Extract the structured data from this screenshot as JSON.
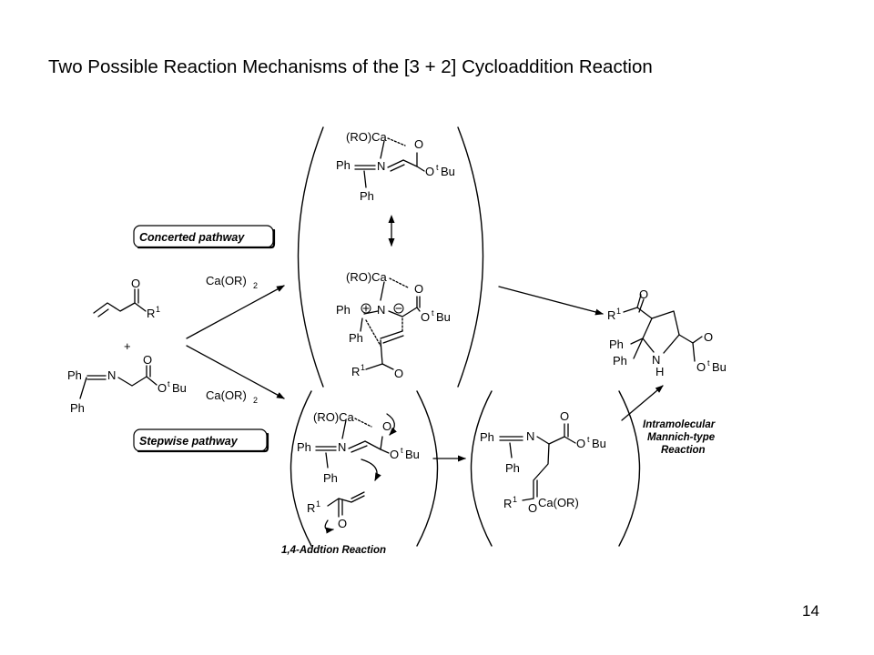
{
  "slide": {
    "title": "Two Possible Reaction Mechanisms of the [3 + 2] Cycloaddition Reaction",
    "page_number": "14"
  },
  "scheme": {
    "concerted_label": "Concerted pathway",
    "stepwise_label": "Stepwise pathway",
    "reagent_upper": "Ca(OR)",
    "reagent_lower": "Ca(OR)",
    "reagent_subscript": "2",
    "addition_caption": "1,4-Addtion Reaction",
    "mannich_caption_line1": "Intramolecular",
    "mannich_caption_line2": "Mannich-type",
    "mannich_caption_line3": "Reaction",
    "plus": "+",
    "atoms": {
      "ph": "Ph",
      "n": "N",
      "o": "O",
      "h": "H",
      "roca": "(RO)Ca",
      "ca_or": "Ca(OR)",
      "r": "R",
      "one": "1",
      "t": "t",
      "bu": "Bu"
    }
  }
}
